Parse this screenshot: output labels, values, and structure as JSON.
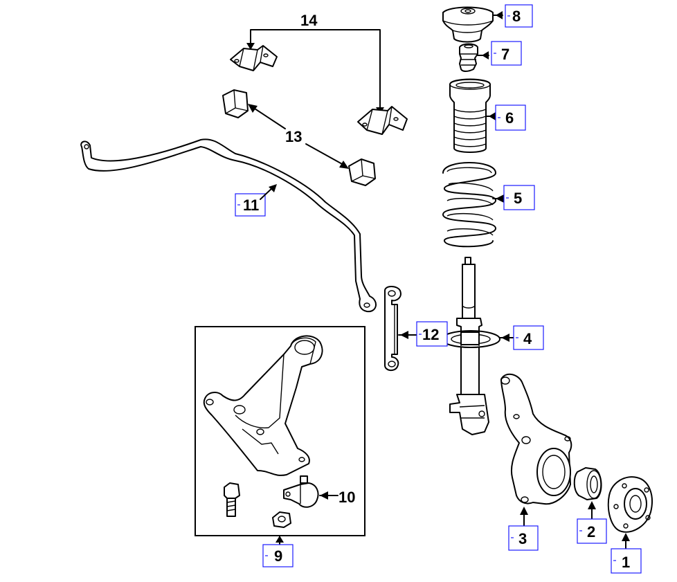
{
  "diagram": {
    "labels": {
      "part_1": "1",
      "part_2": "2",
      "part_3": "3",
      "part_4": "4",
      "part_5": "5",
      "part_6": "6",
      "part_7": "7",
      "part_8": "8",
      "part_9": "9",
      "part_10": "10",
      "part_11": "11",
      "part_12": "12",
      "part_13": "13",
      "part_14": "14"
    },
    "colors": {
      "label_box_border": "#1a1aff",
      "line_art": "#000000",
      "background": "#ffffff"
    }
  }
}
